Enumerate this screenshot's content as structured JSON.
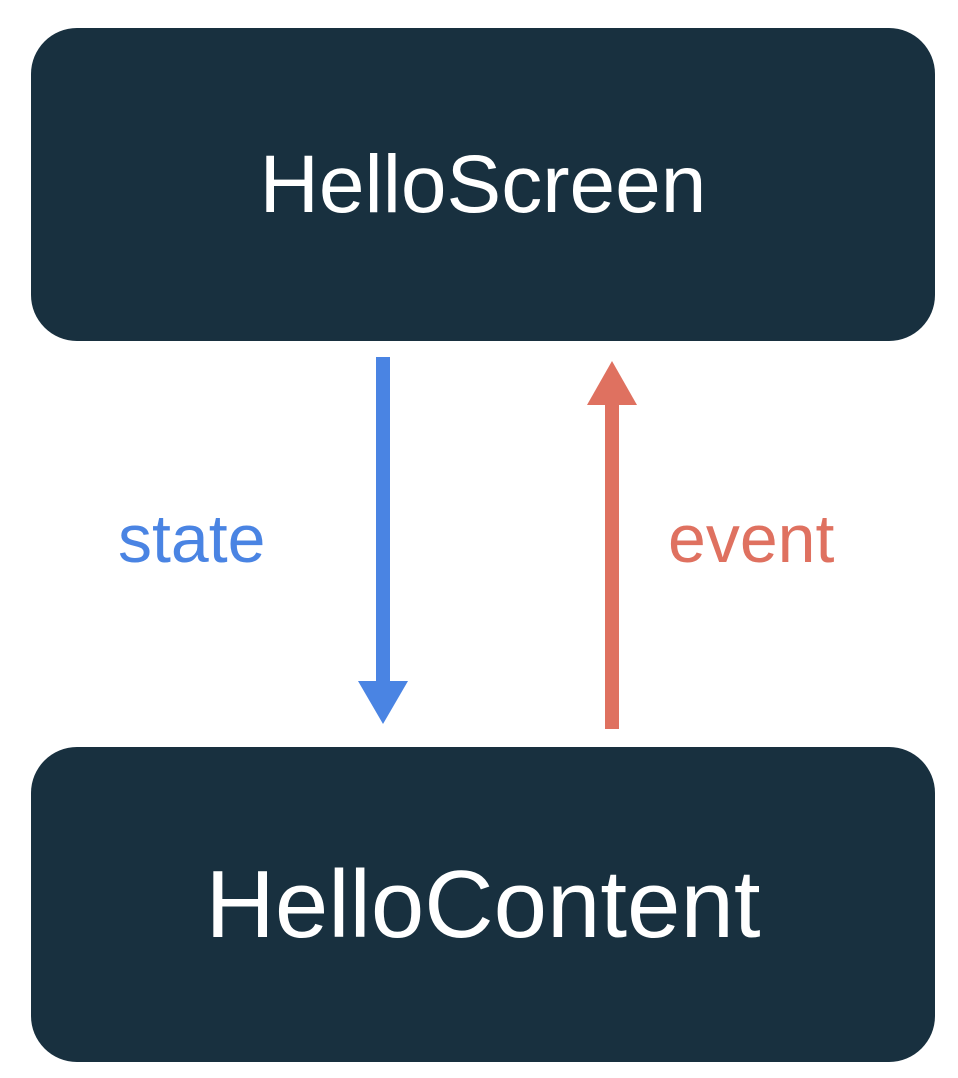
{
  "diagram": {
    "type": "flow",
    "background_color": "#ffffff",
    "node_fill_color": "#18303f",
    "node_text_color": "#ffffff",
    "nodes": [
      {
        "id": "hello-screen",
        "label": "HelloScreen",
        "shape": "rounded-rectangle"
      },
      {
        "id": "hello-content",
        "label": "HelloContent",
        "shape": "rounded-rectangle"
      }
    ],
    "edges": [
      {
        "id": "state-edge",
        "label": "state",
        "from": "hello-screen",
        "to": "hello-content",
        "direction": "down",
        "color": "#4a84e3"
      },
      {
        "id": "event-edge",
        "label": "event",
        "from": "hello-content",
        "to": "hello-screen",
        "direction": "up",
        "color": "#df7160"
      }
    ]
  }
}
